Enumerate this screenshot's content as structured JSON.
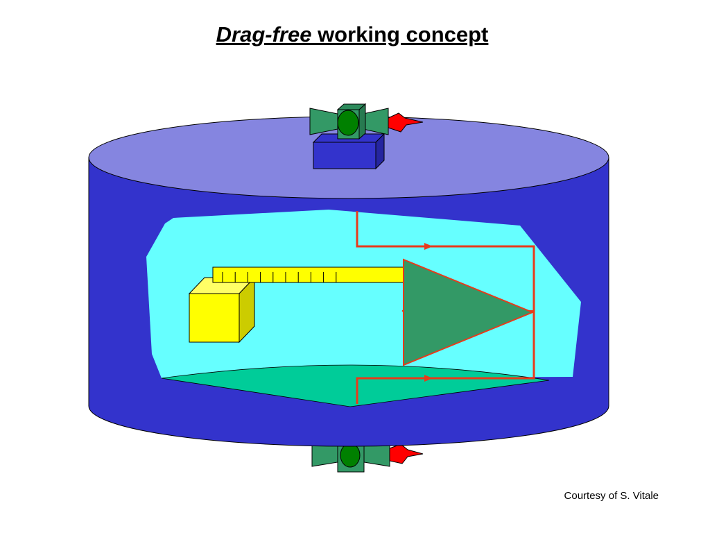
{
  "title": {
    "emphasis": "Drag-free",
    "rest": " working concept"
  },
  "credit": "Courtesy of S. Vitale",
  "colors": {
    "cylinder_body": "#3333cc",
    "cylinder_top": "#8585e0",
    "cavity": "#66ffff",
    "cavity_floor": "#00cc99",
    "triangle": "#339966",
    "beam": "#ffff00",
    "red_line": "#e83a1a",
    "thruster_body": "#339966",
    "thruster_nozzle": "#008000",
    "thruster_base": "#3333cc",
    "exhaust": "#ff0000"
  },
  "icons": [
    "thruster-icon",
    "exhaust-flame-icon"
  ]
}
